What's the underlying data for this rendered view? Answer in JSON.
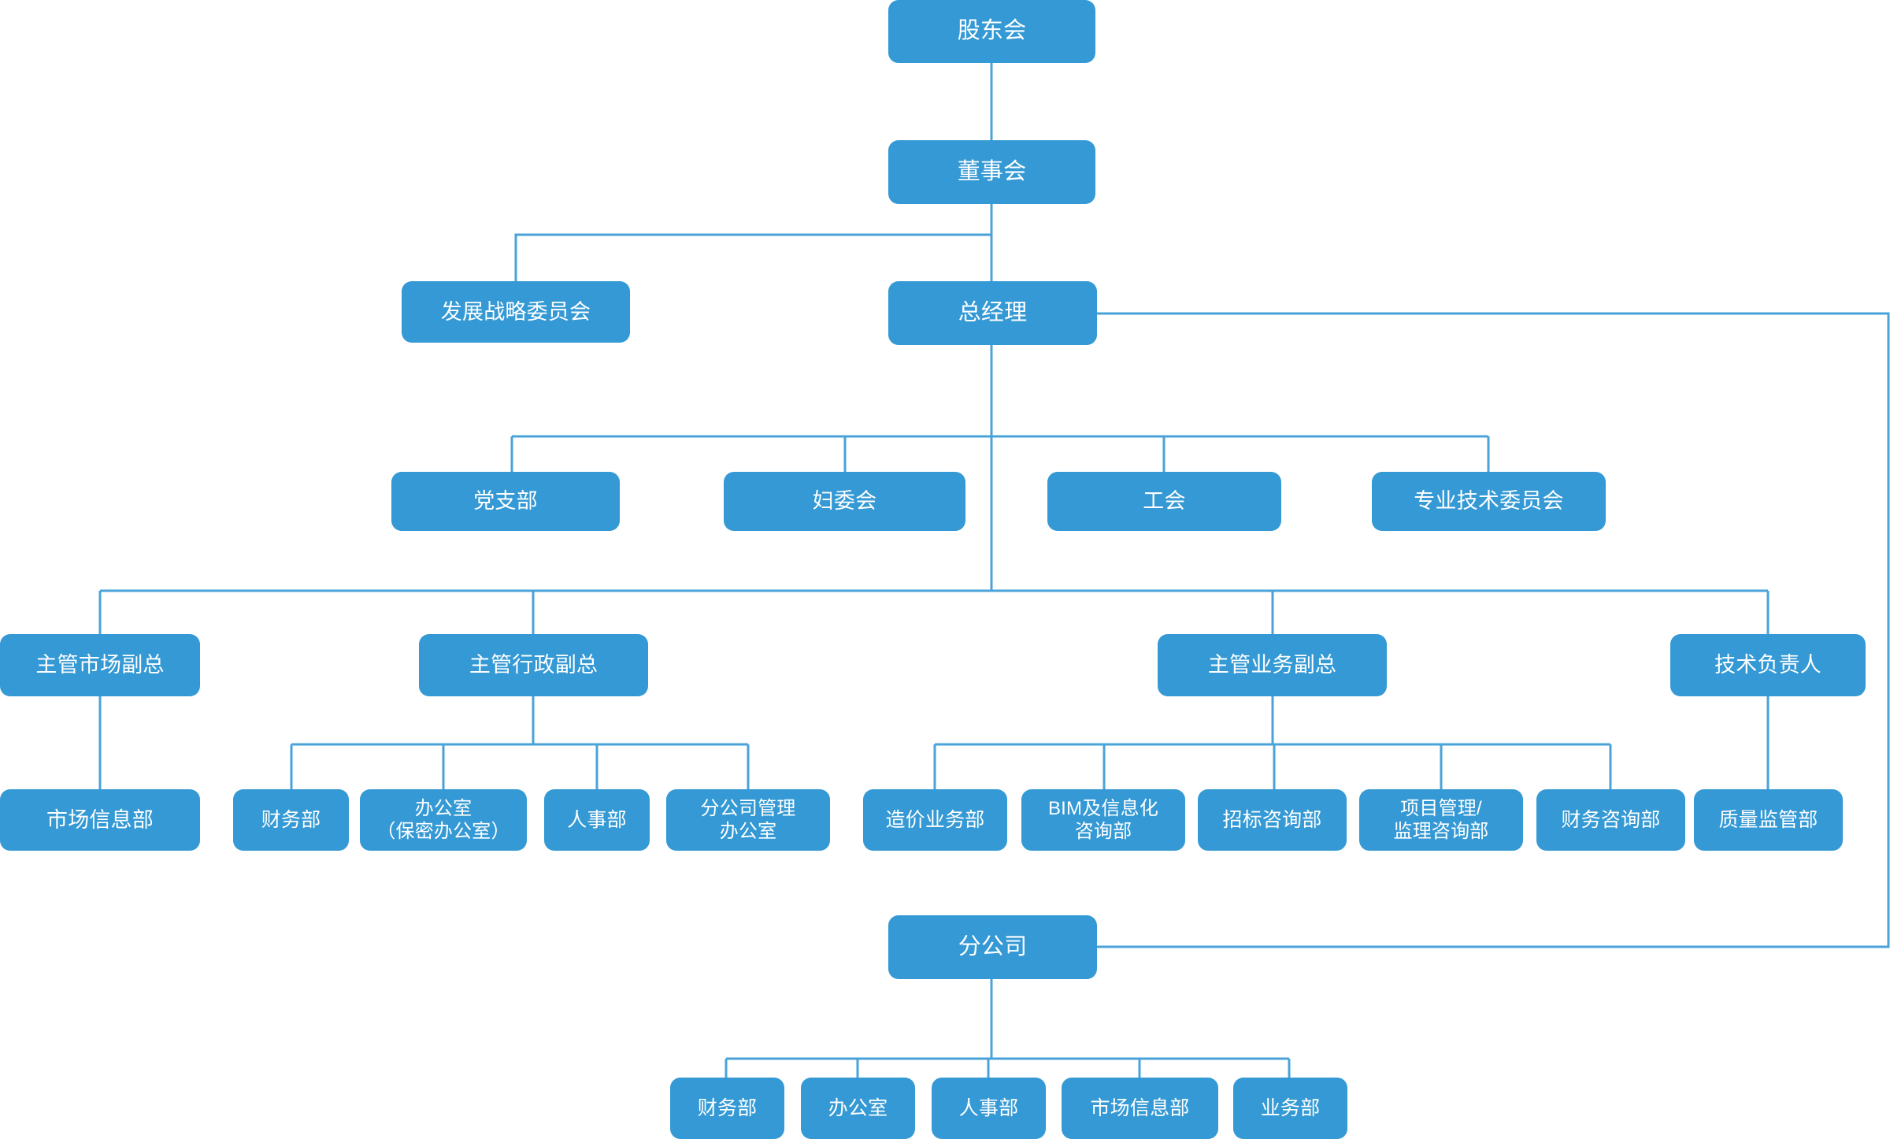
{
  "theme": {
    "node_fill": "#3499d4",
    "node_text": "#ffffff",
    "connector": "#4aa3d8",
    "background": "#ffffff"
  },
  "chart_data": {
    "type": "diagram",
    "diagram_kind": "organization-chart",
    "title": "",
    "orientation": "top-down",
    "nodes": [
      {
        "id": "n1",
        "label": "股东会",
        "level": 0,
        "parent": null
      },
      {
        "id": "n2",
        "label": "董事会",
        "level": 1,
        "parent": "n1"
      },
      {
        "id": "n3",
        "label": "发展战略委员会",
        "level": 2,
        "parent": "n2"
      },
      {
        "id": "n4",
        "label": "总经理",
        "level": 2,
        "parent": "n2"
      },
      {
        "id": "n5",
        "label": "党支部",
        "level": 3,
        "parent": "n4"
      },
      {
        "id": "n6",
        "label": "妇委会",
        "level": 3,
        "parent": "n4"
      },
      {
        "id": "n7",
        "label": "工会",
        "level": 3,
        "parent": "n4"
      },
      {
        "id": "n8",
        "label": "专业技术委员会",
        "level": 3,
        "parent": "n4"
      },
      {
        "id": "n9",
        "label": "主管市场副总",
        "level": 4,
        "parent": "n4"
      },
      {
        "id": "n10",
        "label": "主管行政副总",
        "level": 4,
        "parent": "n4"
      },
      {
        "id": "n11",
        "label": "主管业务副总",
        "level": 4,
        "parent": "n4"
      },
      {
        "id": "n12",
        "label": "技术负责人",
        "level": 4,
        "parent": "n4"
      },
      {
        "id": "n13",
        "label": "市场信息部",
        "level": 5,
        "parent": "n9"
      },
      {
        "id": "n14",
        "label": "财务部",
        "level": 5,
        "parent": "n10"
      },
      {
        "id": "n15",
        "label": "办公室\n（保密办公室）",
        "level": 5,
        "parent": "n10"
      },
      {
        "id": "n16",
        "label": "人事部",
        "level": 5,
        "parent": "n10"
      },
      {
        "id": "n17",
        "label": "分公司管理\n办公室",
        "level": 5,
        "parent": "n10"
      },
      {
        "id": "n18",
        "label": "造价业务部",
        "level": 5,
        "parent": "n11"
      },
      {
        "id": "n19",
        "label": "BIM及信息化\n咨询部",
        "level": 5,
        "parent": "n11"
      },
      {
        "id": "n20",
        "label": "招标咨询部",
        "level": 5,
        "parent": "n11"
      },
      {
        "id": "n21",
        "label": "项目管理/\n监理咨询部",
        "level": 5,
        "parent": "n11"
      },
      {
        "id": "n22",
        "label": "财务咨询部",
        "level": 5,
        "parent": "n11"
      },
      {
        "id": "n23",
        "label": "质量监管部",
        "level": 5,
        "parent": "n12"
      },
      {
        "id": "n24",
        "label": "分公司",
        "level": 6,
        "parent": "n4"
      },
      {
        "id": "n25",
        "label": "财务部",
        "level": 7,
        "parent": "n24"
      },
      {
        "id": "n26",
        "label": "办公室",
        "level": 7,
        "parent": "n24"
      },
      {
        "id": "n27",
        "label": "人事部",
        "level": 7,
        "parent": "n24"
      },
      {
        "id": "n28",
        "label": "市场信息部",
        "level": 7,
        "parent": "n24"
      },
      {
        "id": "n29",
        "label": "业务部",
        "level": 7,
        "parent": "n24"
      }
    ],
    "edges": [
      {
        "from": "n1",
        "to": "n2"
      },
      {
        "from": "n2",
        "to": "n3"
      },
      {
        "from": "n2",
        "to": "n4"
      },
      {
        "from": "n4",
        "to": "n5"
      },
      {
        "from": "n4",
        "to": "n6"
      },
      {
        "from": "n4",
        "to": "n7"
      },
      {
        "from": "n4",
        "to": "n8"
      },
      {
        "from": "n4",
        "to": "n9"
      },
      {
        "from": "n4",
        "to": "n10"
      },
      {
        "from": "n4",
        "to": "n11"
      },
      {
        "from": "n4",
        "to": "n12"
      },
      {
        "from": "n9",
        "to": "n13"
      },
      {
        "from": "n10",
        "to": "n14"
      },
      {
        "from": "n10",
        "to": "n15"
      },
      {
        "from": "n10",
        "to": "n16"
      },
      {
        "from": "n10",
        "to": "n17"
      },
      {
        "from": "n11",
        "to": "n18"
      },
      {
        "from": "n11",
        "to": "n19"
      },
      {
        "from": "n11",
        "to": "n20"
      },
      {
        "from": "n11",
        "to": "n21"
      },
      {
        "from": "n11",
        "to": "n22"
      },
      {
        "from": "n12",
        "to": "n23"
      },
      {
        "from": "n4",
        "to": "n24"
      },
      {
        "from": "n24",
        "to": "n25"
      },
      {
        "from": "n24",
        "to": "n26"
      },
      {
        "from": "n24",
        "to": "n27"
      },
      {
        "from": "n24",
        "to": "n28"
      },
      {
        "from": "n24",
        "to": "n29"
      }
    ]
  }
}
